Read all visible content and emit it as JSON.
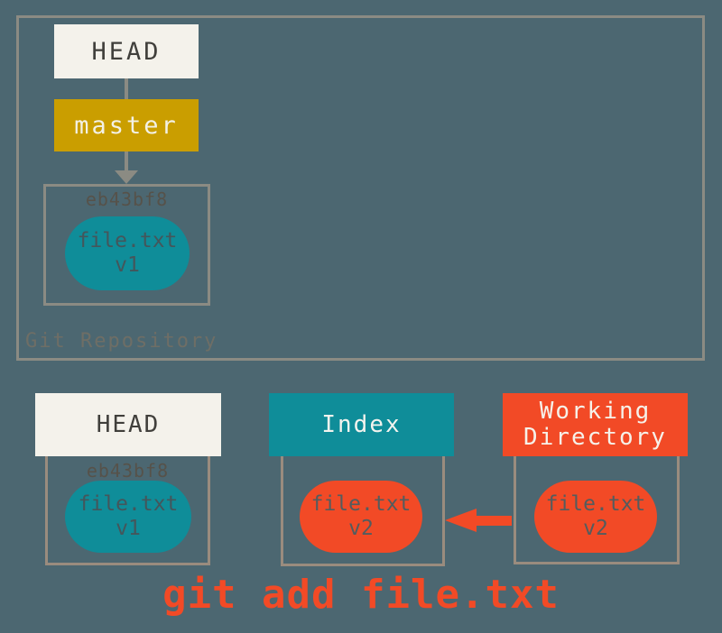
{
  "colors": {
    "background": "#4C6771",
    "repo_border": "#8B8B83",
    "frame_border": "#9A8C7E",
    "cream": "#F4F2EB",
    "gold": "#CA9E00",
    "teal": "#0F8D99",
    "red": "#F24A26",
    "dark_text": "#403F3B",
    "muted_text": "#6E6E66",
    "sha_text": "#56524A",
    "stadium_text": "#44565B"
  },
  "repository": {
    "label": "Git Repository",
    "head_label": "HEAD",
    "branch_label": "master",
    "commit": {
      "sha": "eb43bf8",
      "file": "file.txt",
      "version": "v1"
    }
  },
  "bottom": {
    "head": {
      "title": "HEAD",
      "sha": "eb43bf8",
      "file": "file.txt",
      "version": "v1"
    },
    "index": {
      "title": "Index",
      "file": "file.txt",
      "version": "v2"
    },
    "working": {
      "title_line1": "Working",
      "title_line2": "Directory",
      "file": "file.txt",
      "version": "v2"
    }
  },
  "caption": "git add file.txt"
}
